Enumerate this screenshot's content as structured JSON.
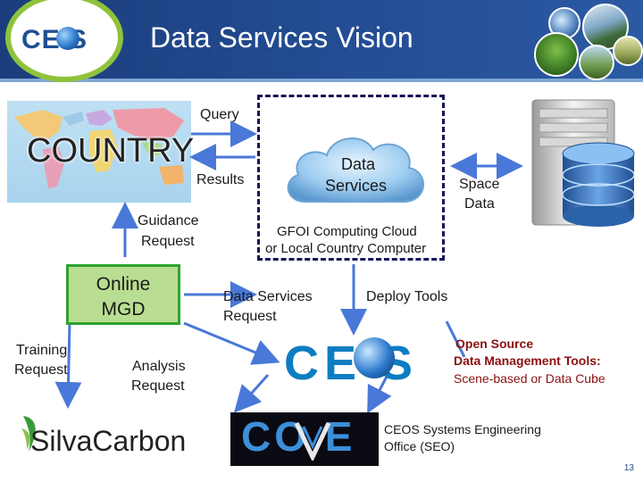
{
  "header": {
    "title": "Data Services Vision",
    "logo_text": "CE  S"
  },
  "diagram": {
    "country": "COUNTRY",
    "query": "Query",
    "results": "Results",
    "cloud_label_line1": "Data",
    "cloud_label_line2": "Services",
    "space_data_line1": "Space",
    "space_data_line2": "Data",
    "guidance_line1": "Guidance",
    "guidance_line2": "Request",
    "gfoi_line1": "GFOI Computing Cloud",
    "gfoi_line2": "or Local Country Computer",
    "online_mgd_line1": "Online",
    "online_mgd_line2": "MGD",
    "ds_request_line1": "Data Services",
    "ds_request_line2": "Request",
    "deploy_tools": "Deploy Tools",
    "training_line1": "Training",
    "training_line2": "Request",
    "analysis_line1": "Analysis",
    "analysis_line2": "Request",
    "open_source_line1": "Open Source",
    "open_source_line2": "Data Management Tools:",
    "open_source_line3": "Scene-based or Data Cube",
    "seo_line1": "CEOS Systems Engineering",
    "seo_line2": "Office (SEO)",
    "ceos_logo_text": "CE  S",
    "silvacarbon_text": "SilvaCarbon",
    "cove_text": "CO  E"
  },
  "page_number": "13",
  "colors": {
    "header_blue": "#1b3d7d",
    "arrow_blue": "#4a78d8",
    "mgd_green": "#b9dd92",
    "mgd_border": "#2fa32f",
    "dashed_navy": "#14145a"
  }
}
